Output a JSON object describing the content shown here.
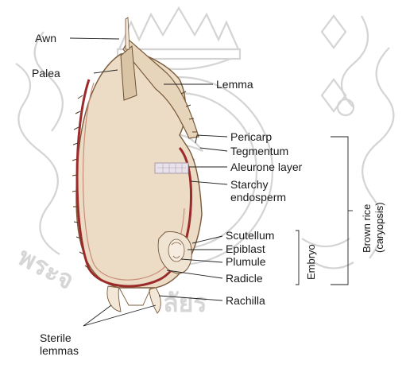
{
  "labels": {
    "awn": "Awn",
    "palea": "Palea",
    "lemma": "Lemma",
    "pericarp": "Pericarp",
    "tegmentum": "Tegmentum",
    "aleurone": "Aleurone layer",
    "starchy_1": "Starchy",
    "starchy_2": "endosperm",
    "scutellum": "Scutellum",
    "epiblast": "Epiblast",
    "plumule": "Plumule",
    "radicle": "Radicle",
    "rachilla": "Rachilla",
    "sterile_1": "Sterile",
    "sterile_2": "lemmas"
  },
  "groups": {
    "embryo": "Embryo",
    "brown_rice_1": "Brown rice",
    "brown_rice_2": "(caryopsis)"
  },
  "watermark": {
    "text_left": "พระจ",
    "text_bottom": "ลัยร"
  },
  "colors": {
    "hull": "#ecdcc6",
    "hull_edge": "#7a5a3a",
    "pericarp": "#9b2b2b",
    "watermark": "#d4d4d4"
  }
}
